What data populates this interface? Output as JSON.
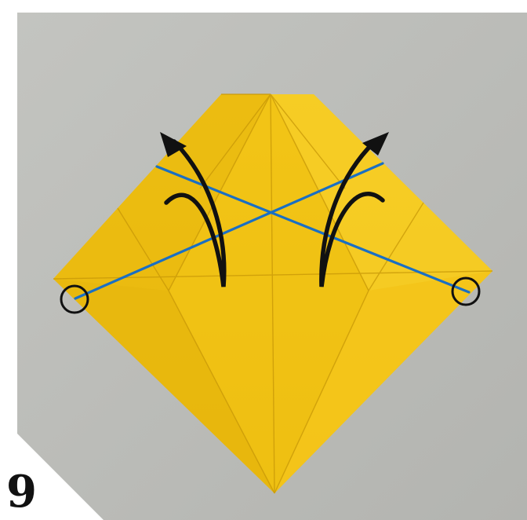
{
  "step": {
    "number": "9"
  },
  "colors": {
    "background_photo": "#b9bab6",
    "paper": "#f2c415",
    "paper_shadow": "#d9a90c",
    "crease": "#c99a08",
    "guide_line": "#1a6fc4",
    "arrow": "#111111",
    "circle_marker": "#111111"
  },
  "annotations": {
    "guide_lines": 2,
    "fold_arrows": 2,
    "reference_circles": 2
  }
}
